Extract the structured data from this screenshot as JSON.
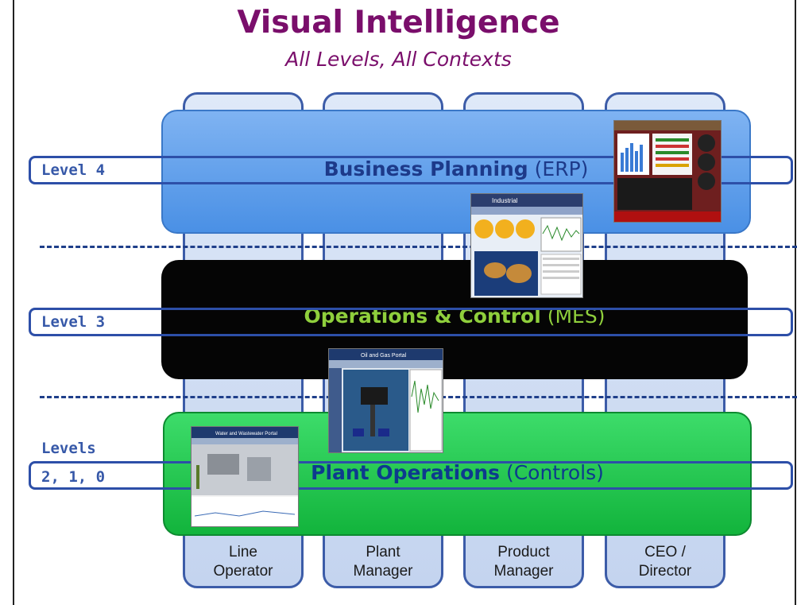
{
  "title": "Visual Intelligence",
  "subtitle": "All Levels, All Contexts",
  "columns": [
    {
      "line1": "Line",
      "line2": "Operator"
    },
    {
      "line1": "Plant",
      "line2": "Manager"
    },
    {
      "line1": "Product",
      "line2": "Manager"
    },
    {
      "line1": "CEO /",
      "line2": "Director"
    }
  ],
  "levels": {
    "level4": "Level 4",
    "level3": "Level 3",
    "levels_line1": "Levels",
    "levels_line2": "2, 1, 0"
  },
  "layers": {
    "erp": {
      "bold": "Business Planning",
      "rest": " (ERP)"
    },
    "mes": {
      "bold": "Operations & Control",
      "rest": " (MES)"
    },
    "ctrl": {
      "bold": "Plant Operations",
      "rest": " (Controls)"
    }
  },
  "colors": {
    "title": "#7a0e6b",
    "erp": "#4a90e5",
    "mes": "#050505",
    "controls": "#12b43c",
    "band": "#2d4fa8"
  },
  "thumbnails": {
    "t2_header": "Industrial",
    "t3_header": "Oil and Gas Portal",
    "t4_header": "Water and Wastewater Portal"
  }
}
